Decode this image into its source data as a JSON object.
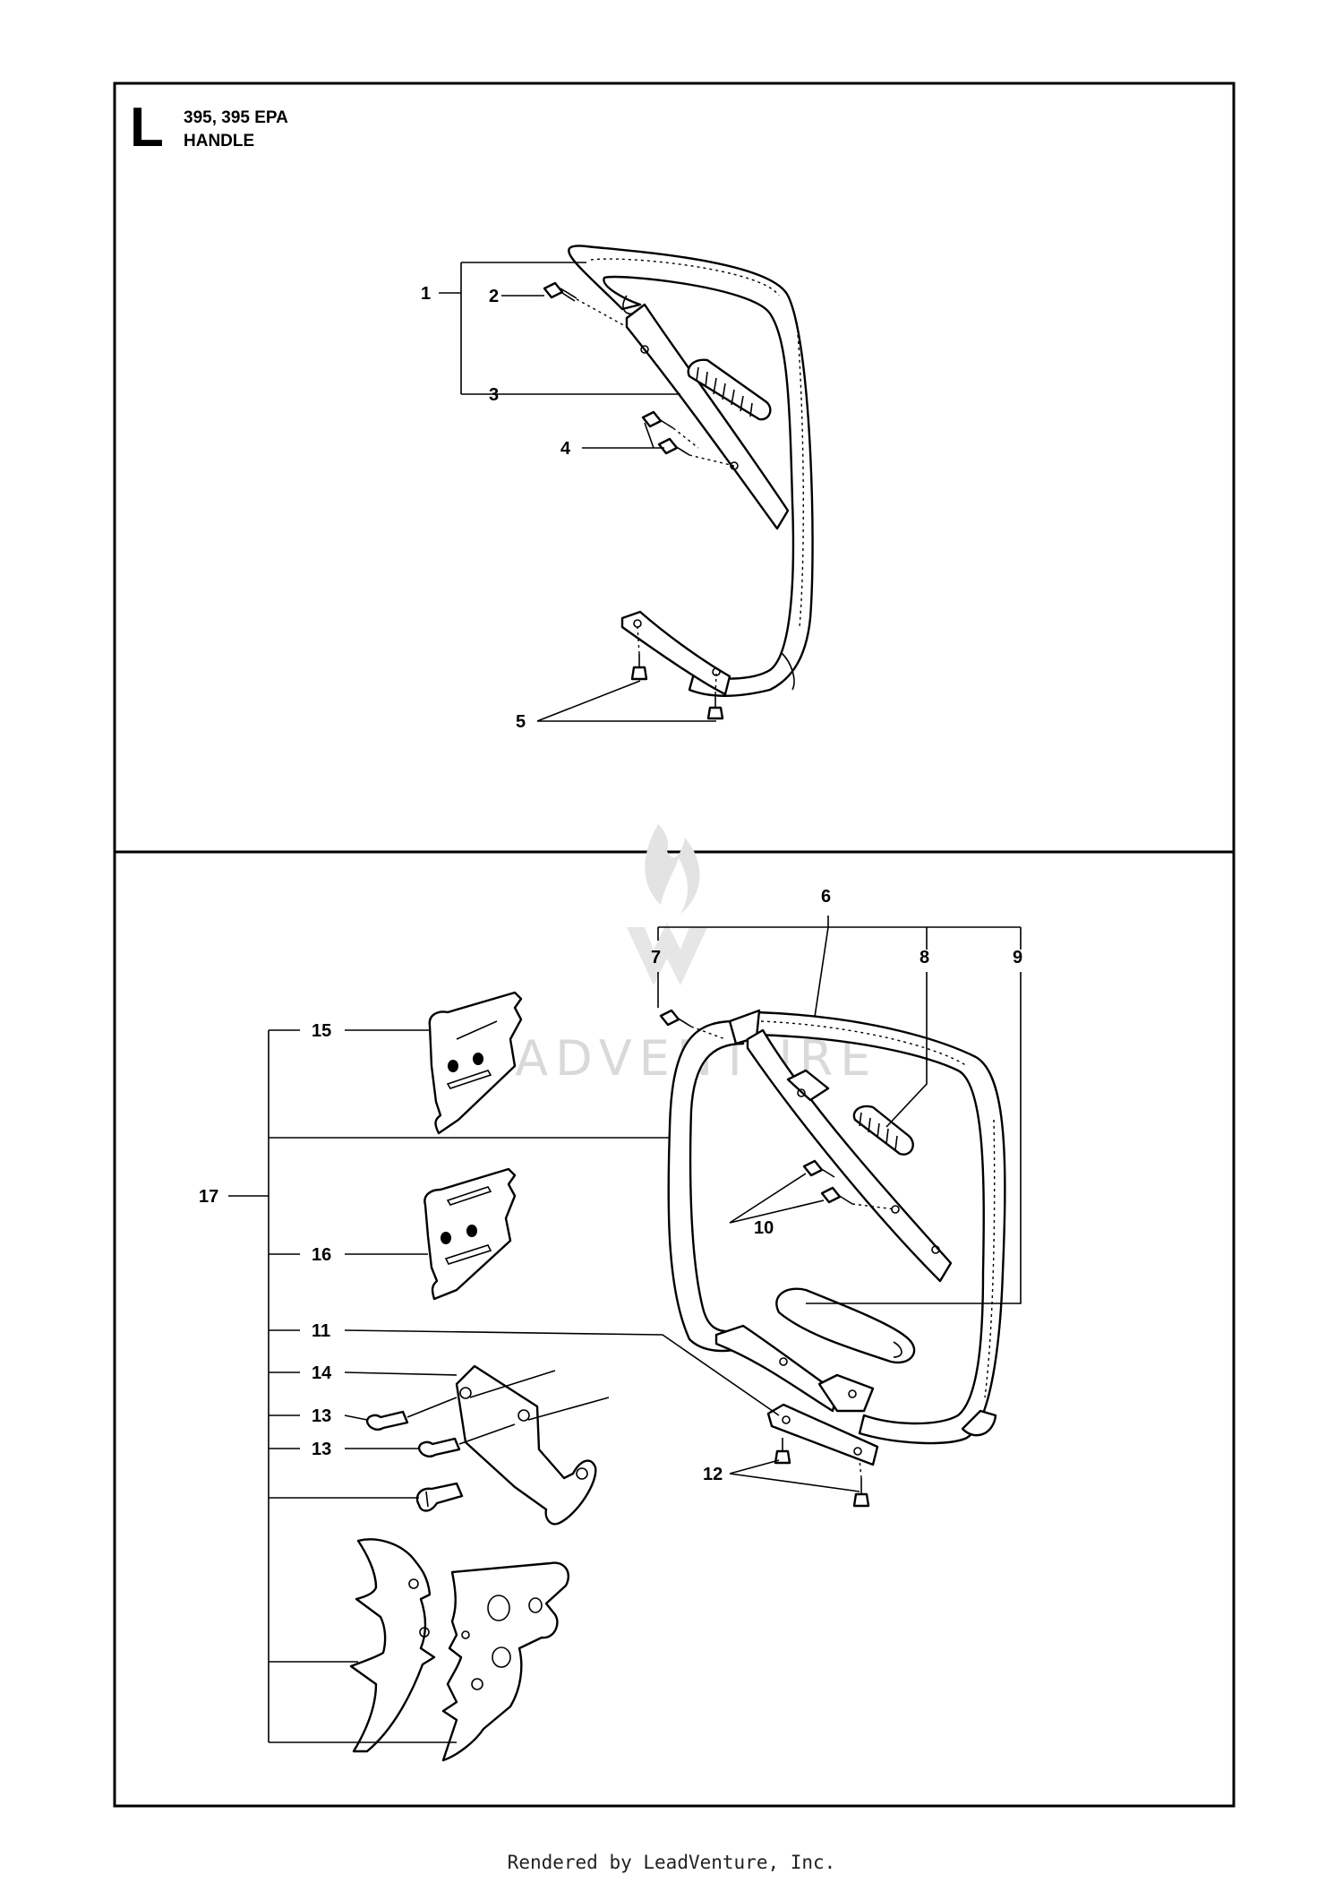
{
  "section": {
    "letter": "L",
    "model": "395, 395 EPA",
    "title": "HANDLE"
  },
  "callouts": {
    "c1": "1",
    "c2": "2",
    "c3": "3",
    "c4": "4",
    "c5": "5",
    "c6": "6",
    "c7": "7",
    "c8": "8",
    "c9": "9",
    "c10": "10",
    "c11": "11",
    "c12": "12",
    "c13a": "13",
    "c13b": "13",
    "c14": "14",
    "c15": "15",
    "c16": "16",
    "c17": "17"
  },
  "watermark": "LEADVENTURE",
  "footer": "Rendered by LeadVenture, Inc."
}
